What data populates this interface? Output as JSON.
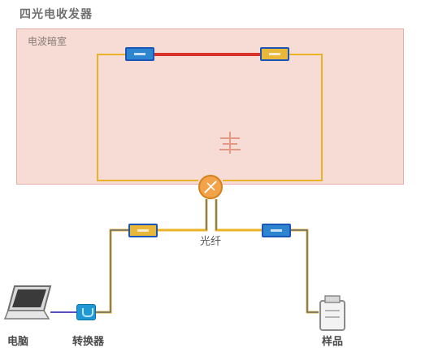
{
  "title": "四光电收发器",
  "chamber": {
    "label": "电波暗室"
  },
  "fiber": {
    "label": "光纤"
  },
  "devices": {
    "computer": "电脑",
    "converter": "转换器",
    "sample": "样品"
  },
  "colors": {
    "chamber_fill": "#f7dcd6",
    "fiber_loop": "#e9b227",
    "fiber_red": "#d9322a",
    "cable_blue": "#1f4fa8",
    "module_blue": "#2e85cf",
    "module_yellow": "#e9b73a",
    "coupler": "#f2a34a"
  }
}
